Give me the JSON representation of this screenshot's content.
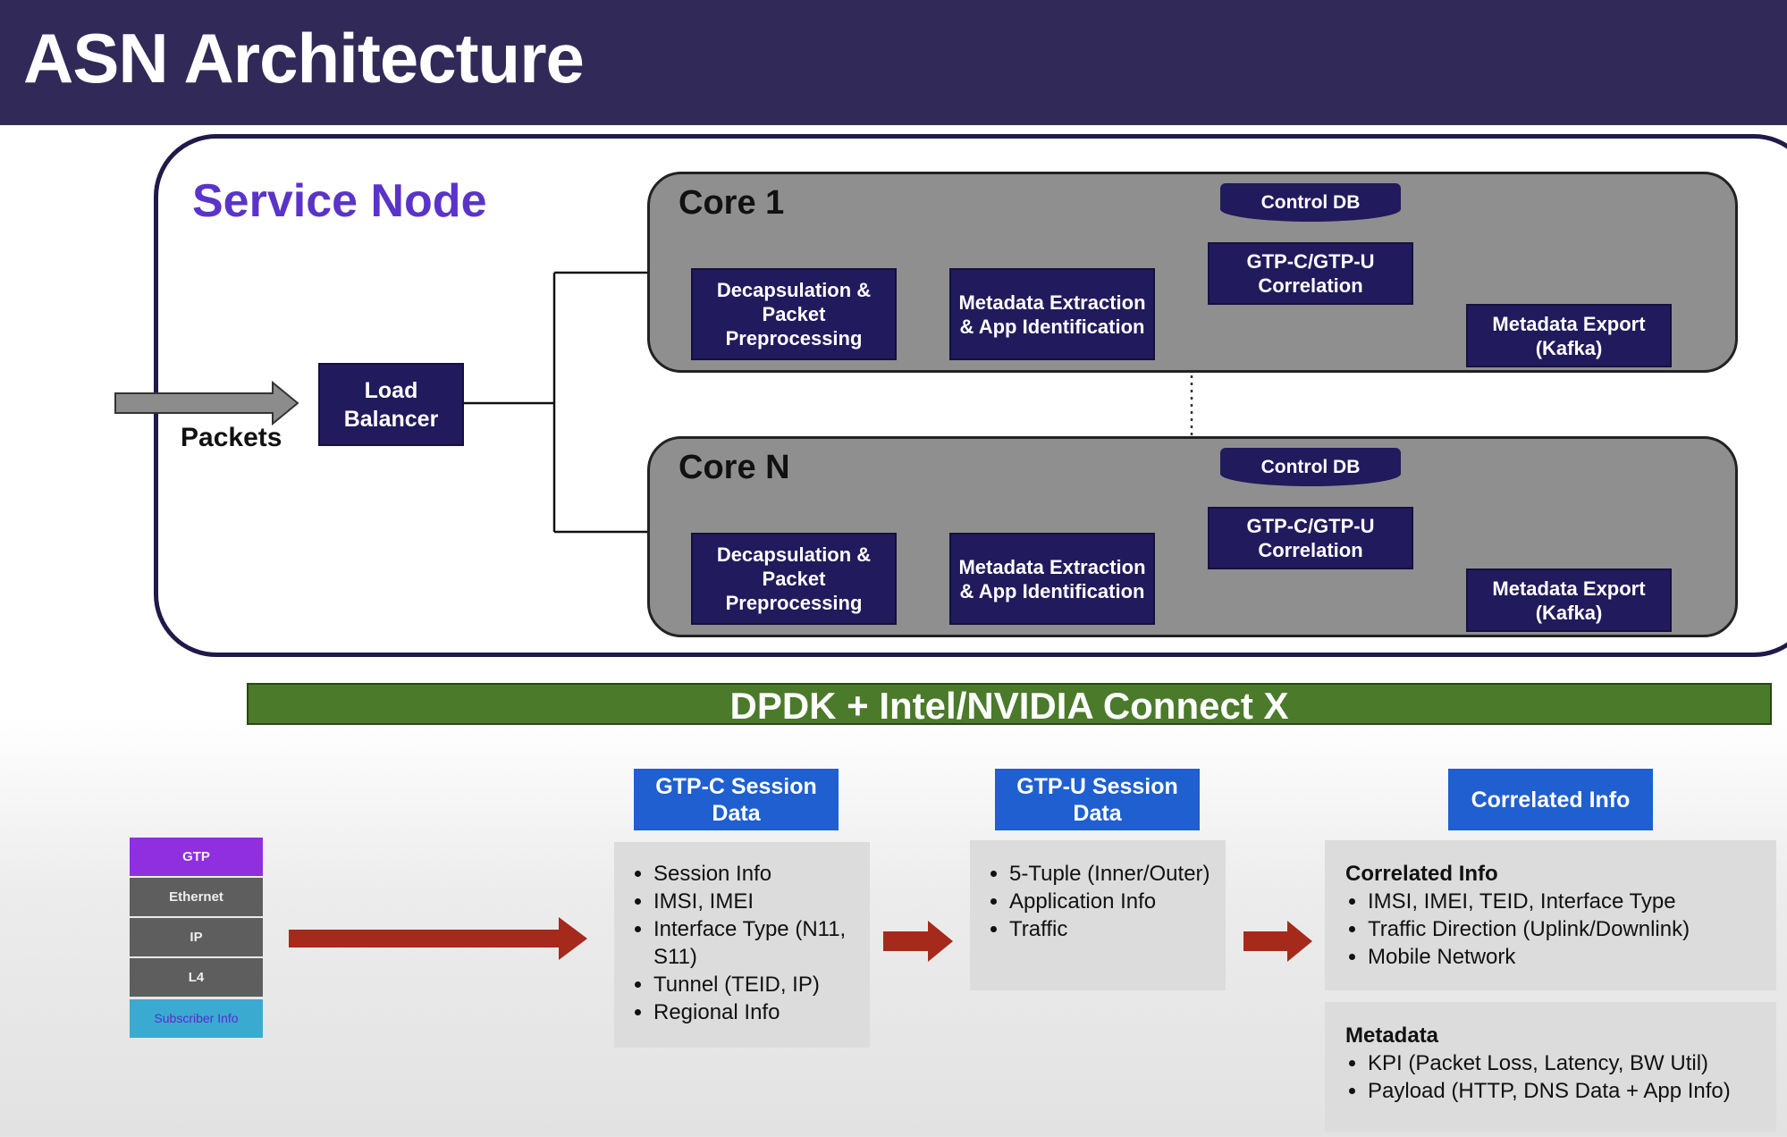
{
  "title": "ASN Architecture",
  "service_node": {
    "title": "Service Node",
    "input_label": "Packets",
    "load_balancer": "Load Balancer",
    "cores": [
      {
        "label": "Core 1",
        "decap": "Decapsulation & Packet Preprocessing",
        "metadata": "Metadata Extraction & App Identification",
        "control_db": "Control DB",
        "correlation": "GTP-C/GTP-U Correlation",
        "export": "Metadata Export (Kafka)"
      },
      {
        "label": "Core N",
        "decap": "Decapsulation & Packet Preprocessing",
        "metadata": "Metadata Extraction & App Identification",
        "control_db": "Control DB",
        "correlation": "GTP-C/GTP-U Correlation",
        "export": "Metadata Export (Kafka)"
      }
    ]
  },
  "dpdk_bar": "DPDK + Intel/NVIDIA Connect X",
  "packet_stack": {
    "layers": [
      "GTP",
      "Ethernet",
      "IP",
      "L4",
      "Subscriber Info"
    ],
    "colors": [
      "#8f2fe0",
      "#5e5e5e",
      "#5e5e5e",
      "#5e5e5e",
      "#3aaad0"
    ]
  },
  "gtpc": {
    "header": "GTP-C Session Data",
    "items": [
      "Session Info",
      "IMSI, IMEI",
      " Interface Type (N11, S11)",
      "Tunnel (TEID, IP)",
      " Regional Info"
    ]
  },
  "gtpu": {
    "header": "GTP-U Session Data",
    "items": [
      "5-Tuple (Inner/Outer)",
      "Application Info",
      "Traffic"
    ]
  },
  "correlated": {
    "header": "Correlated Info",
    "section1": {
      "title": "Correlated Info",
      "items": [
        "IMSI, IMEI, TEID, Interface Type",
        "Traffic Direction (Uplink/Downlink)",
        "Mobile Network"
      ]
    },
    "section2": {
      "title": "Metadata",
      "items": [
        "KPI (Packet Loss, Latency, BW Util)",
        "Payload (HTTP, DNS Data + App Info)"
      ]
    }
  },
  "colors": {
    "header_bg": "#312a58",
    "node_box": "#211a5c",
    "service_title": "#5a34c8",
    "dpdk_bar": "#4a7a2a",
    "blue_header": "#1f5fd0",
    "flow_arrow": "#a52a1c"
  }
}
